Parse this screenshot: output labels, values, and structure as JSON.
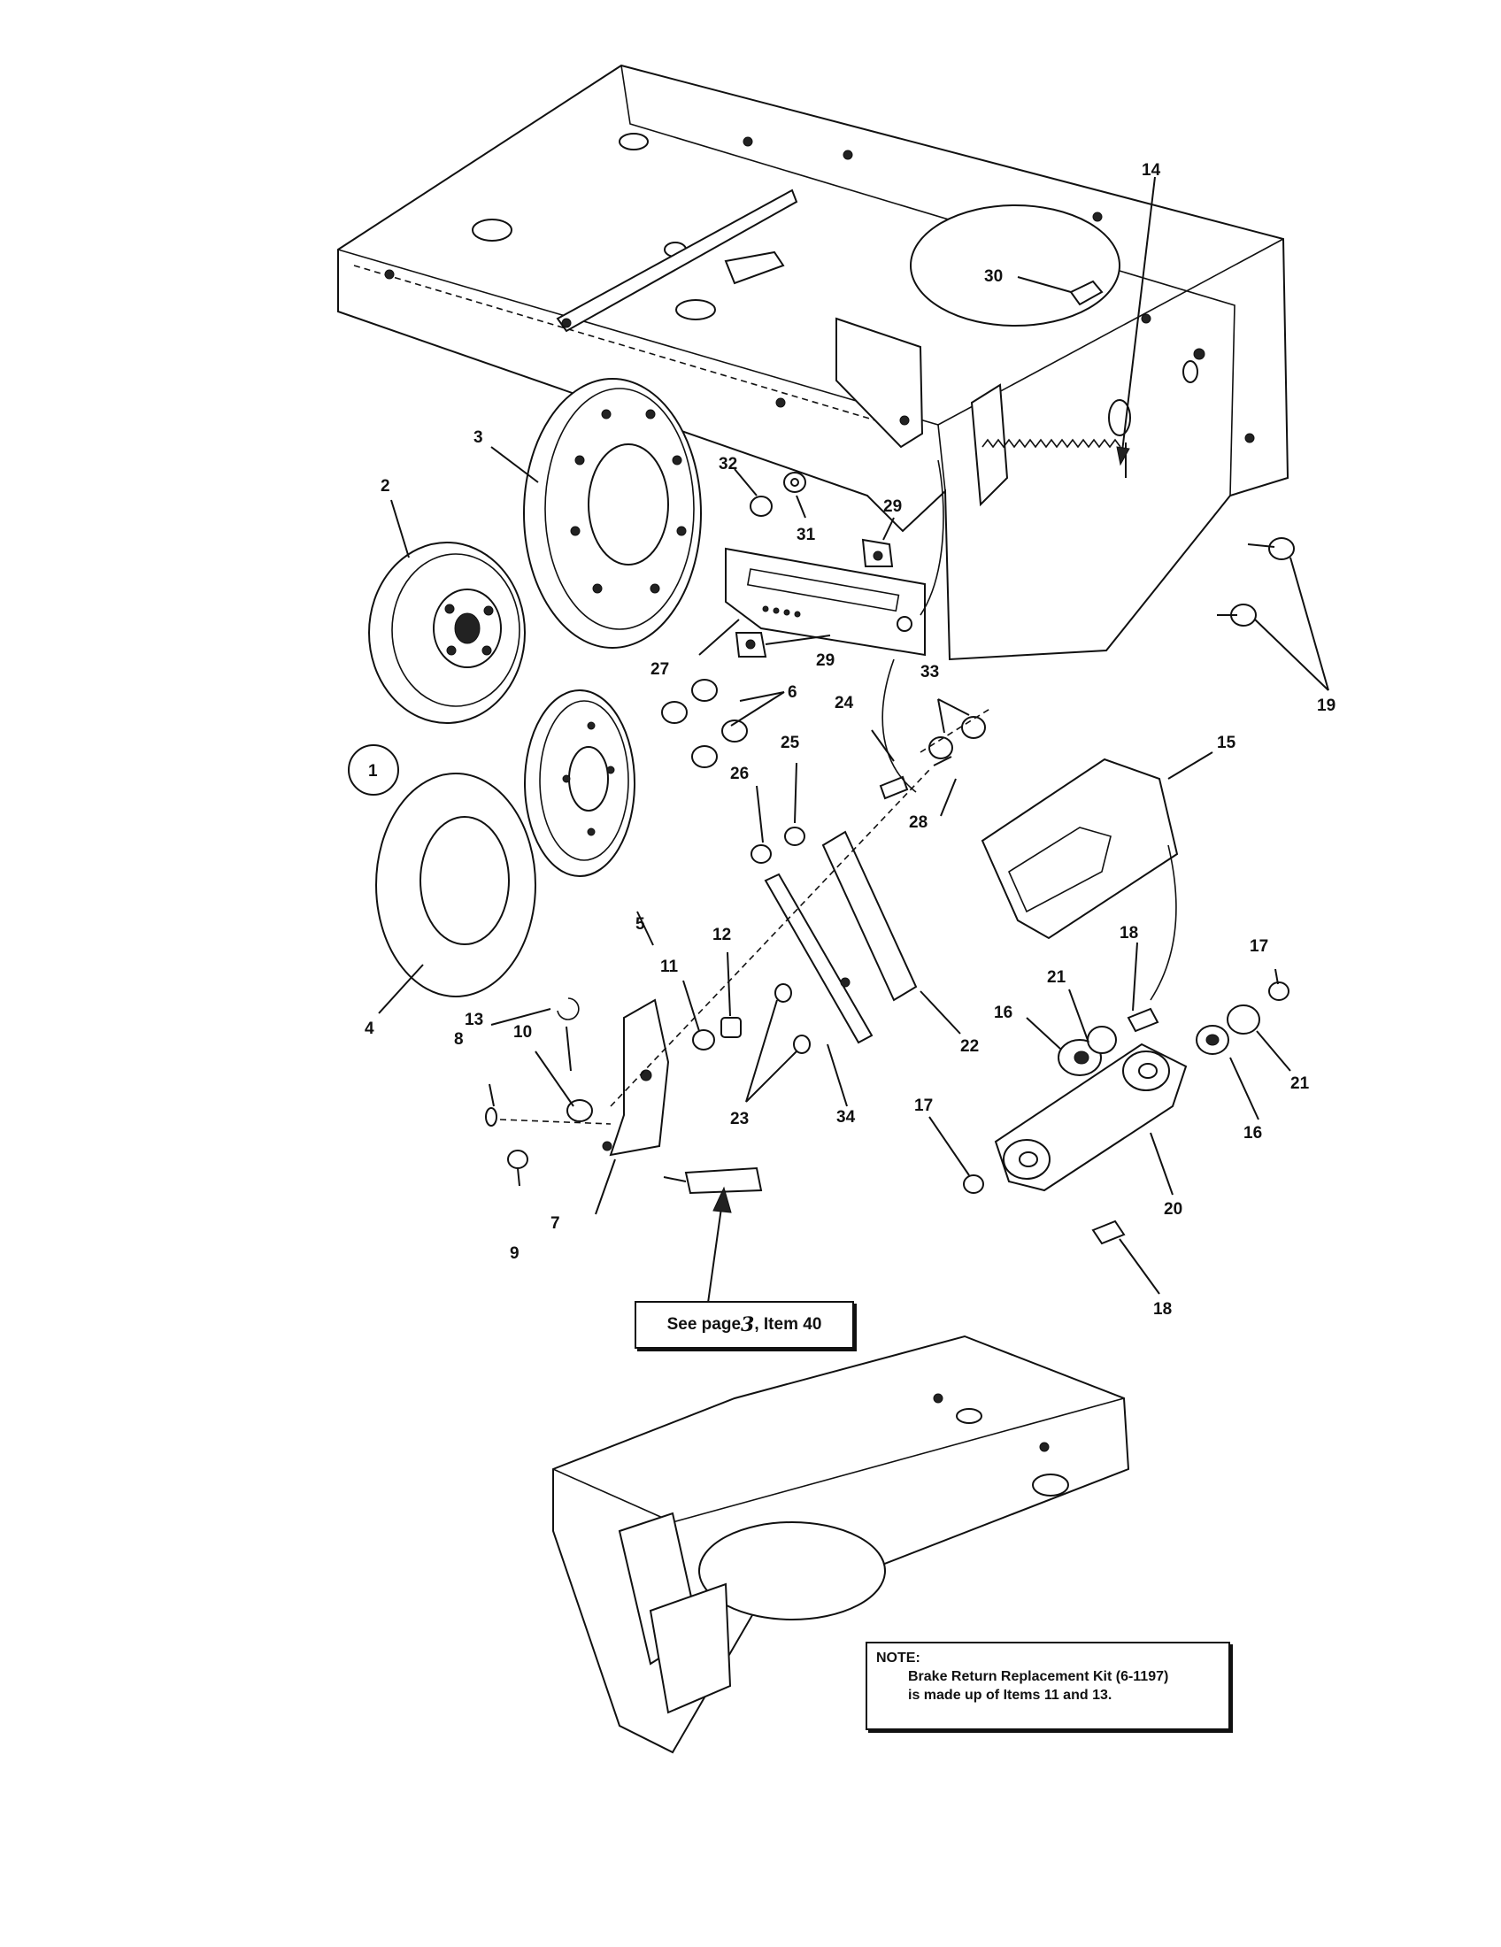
{
  "callouts": [
    "1",
    "2",
    "3",
    "4",
    "5",
    "6",
    "7",
    "8",
    "9",
    "10",
    "11",
    "12",
    "13",
    "14",
    "15",
    "16",
    "16",
    "17",
    "17",
    "18",
    "18",
    "19",
    "20",
    "21",
    "21",
    "22",
    "23",
    "24",
    "25",
    "26",
    "27",
    "28",
    "29",
    "29",
    "30",
    "31",
    "32",
    "33",
    "34"
  ],
  "reference": {
    "prefix": "See page",
    "page": "3",
    "suffix": ", Item 40"
  },
  "note": {
    "heading": "NOTE:",
    "line1": "Brake Return Replacement Kit (6-1197)",
    "line2": "is made up of Items 11 and 13."
  }
}
